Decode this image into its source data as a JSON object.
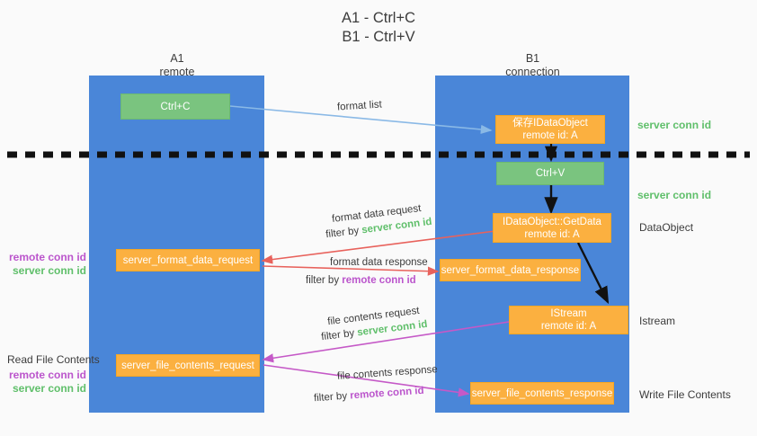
{
  "title": {
    "line1": "A1 - Ctrl+C",
    "line2": "B1 - Ctrl+V"
  },
  "lanes": [
    {
      "name": "A1",
      "sub": "remote"
    },
    {
      "name": "B1",
      "sub": "connection"
    }
  ],
  "nodes": {
    "ctrl_c": {
      "label": "Ctrl+C",
      "color": "#7ac47f"
    },
    "save_dataobject": {
      "line1": "保存IDataObject",
      "line2": "remote id: A",
      "color": "#fbb040"
    },
    "ctrl_v": {
      "label": "Ctrl+V",
      "color": "#7ac47f"
    },
    "getdata": {
      "line1": "IDataObject::GetData",
      "line2": "remote id: A",
      "color": "#fbb040"
    },
    "server_format_data_request": {
      "label": "server_format_data_request",
      "color": "#fbb040"
    },
    "server_format_data_response": {
      "label": "server_format_data_response",
      "color": "#fbb040"
    },
    "istream": {
      "line1": "IStream",
      "line2": "remote id: A",
      "color": "#fbb040"
    },
    "server_file_contents_request": {
      "label": "server_file_contents_request",
      "color": "#fbb040"
    },
    "server_file_contents_response": {
      "label": "server_file_contents_response",
      "color": "#fbb040"
    }
  },
  "edge_labels": {
    "format_list": "format list",
    "format_data_request": "format data request",
    "filter_by_1": "filter by ",
    "filter_by_1_em": "server conn id",
    "format_data_response": "format data response",
    "filter_by_2": "filter by ",
    "filter_by_2_em": "remote conn id",
    "file_contents_request": "file contents request",
    "filter_by_3": "filter by ",
    "filter_by_3_em": "server conn id",
    "file_contents_response": "file contents response",
    "filter_by_4": "filter by ",
    "filter_by_4_em": "remote conn id"
  },
  "right_labels": {
    "server_conn_id_top": "server conn id",
    "server_conn_id_mid": "server conn id",
    "dataobject": "DataObject",
    "istream": "Istream",
    "write_file_contents": "Write File Contents"
  },
  "left_labels": {
    "remote_conn_id_1": "remote conn id",
    "server_conn_id_1": "server conn id",
    "read_file_contents": "Read File Contents",
    "remote_conn_id_2": "remote conn id",
    "server_conn_id_2": "server conn id"
  },
  "colors": {
    "lane": "#4a86d8",
    "green_node": "#7ac47f",
    "orange_node": "#fbb040",
    "green_text": "#5fbf6a",
    "magenta_text": "#bb55cc",
    "arrow_blue": "#8ab9e6",
    "arrow_red": "#e8625c",
    "arrow_magenta": "#c council",
    "arrow_black": "#000000",
    "divider": "#111111",
    "background": "#fafafa"
  }
}
